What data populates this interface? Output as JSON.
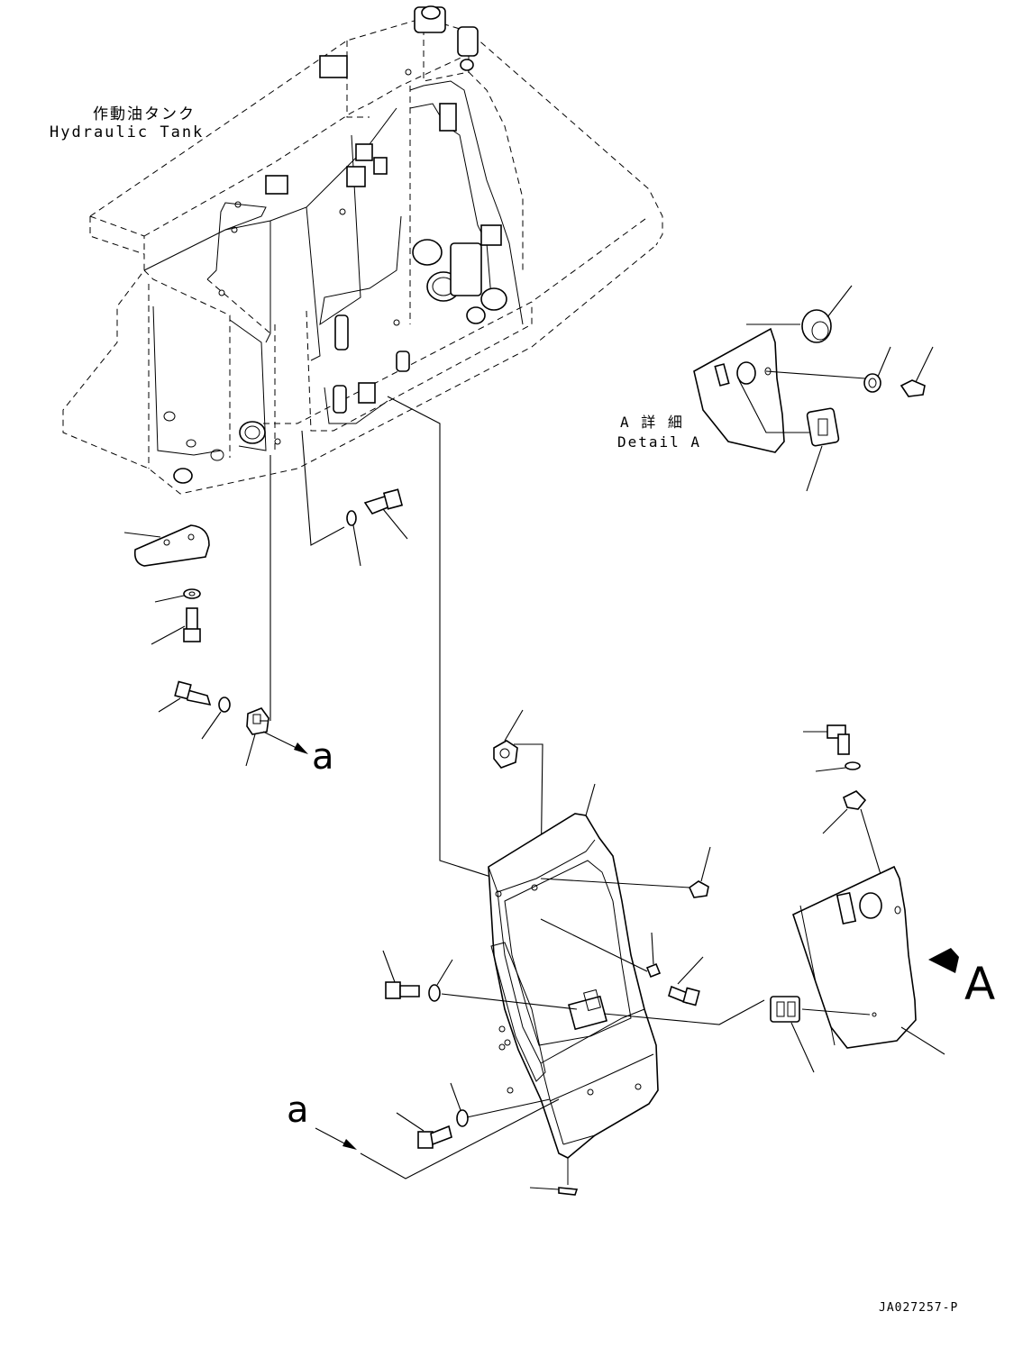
{
  "labels": {
    "tank_jp": "作動油タンク",
    "tank_en": "Hydraulic Tank",
    "detail_jp": "A 詳 細",
    "detail_en": "Detail A",
    "marker_a_upper": "a",
    "marker_a_lower": "a",
    "view_a": "A",
    "drawing_no": "JA027257-P"
  }
}
